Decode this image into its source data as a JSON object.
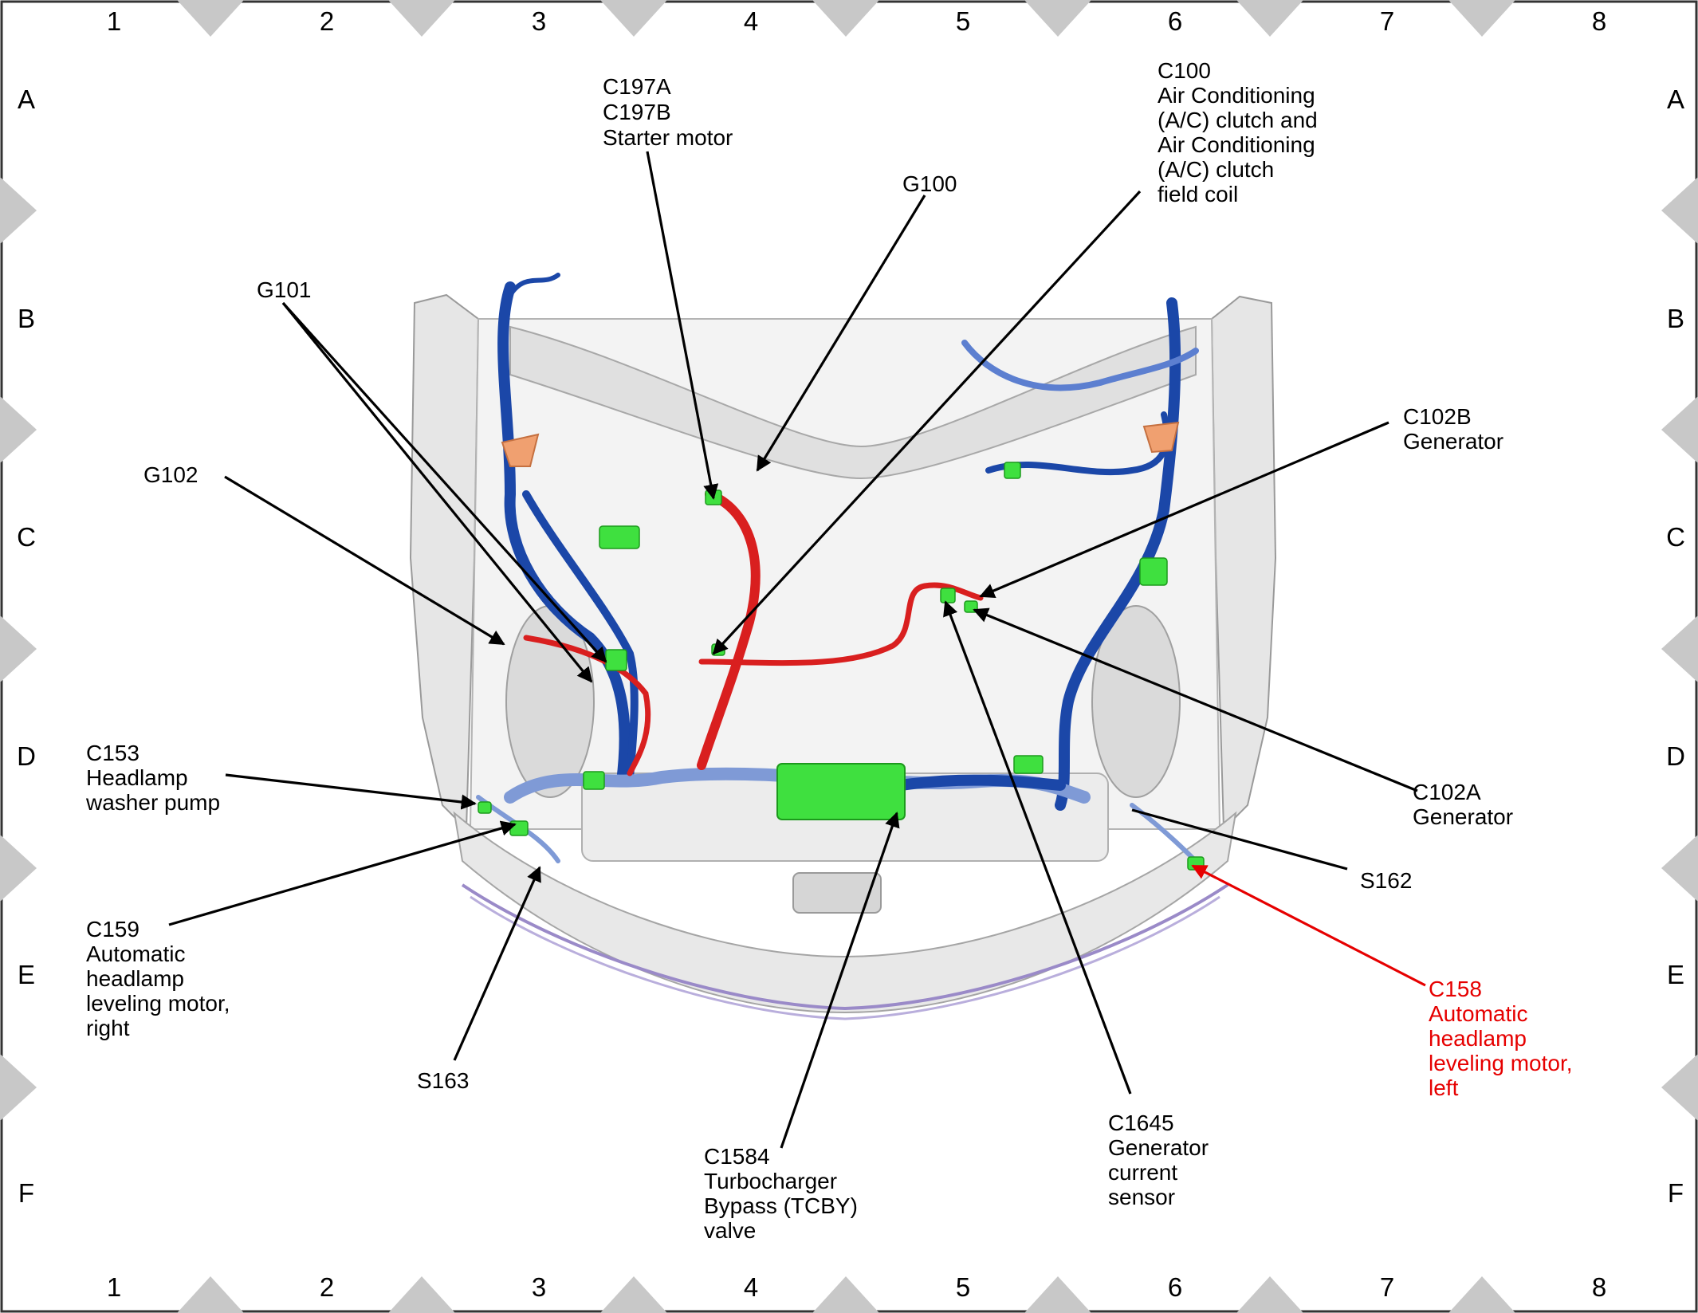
{
  "grid": {
    "columns": [
      "1",
      "2",
      "3",
      "4",
      "5",
      "6",
      "7",
      "8"
    ],
    "rows": [
      "A",
      "B",
      "C",
      "D",
      "E",
      "F"
    ]
  },
  "colors": {
    "harness_main": "#1b47a8",
    "harness_light": "#7f9ad6",
    "harness_power": "#d91f1f",
    "connector": "#3fe03f",
    "body": "#e6e6e6",
    "highlight": "#e60000",
    "border_marker": "#c8c8c8"
  },
  "callouts": {
    "c197": [
      "C197A",
      "C197B",
      "Starter motor"
    ],
    "c100": [
      "C100",
      "Air Conditioning",
      "(A/C) clutch and",
      "Air Conditioning",
      "(A/C) clutch",
      "field coil"
    ],
    "g100": [
      "G100"
    ],
    "g101": [
      "G101"
    ],
    "g102": [
      "G102"
    ],
    "c102b": [
      "C102B",
      "Generator"
    ],
    "c153": [
      "C153",
      "Headlamp",
      "washer pump"
    ],
    "c102a": [
      "C102A",
      "Generator"
    ],
    "s162": [
      "S162"
    ],
    "c159": [
      "C159",
      "Automatic",
      "headlamp",
      "leveling motor,",
      "right"
    ],
    "c158": [
      "C158",
      "Automatic",
      "headlamp",
      "leveling motor,",
      "left"
    ],
    "s163": [
      "S163"
    ],
    "c1584": [
      "C1584",
      "Turbocharger",
      "Bypass (TCBY)",
      "valve"
    ],
    "c1645": [
      "C1645",
      "Generator",
      "current",
      "sensor"
    ]
  }
}
